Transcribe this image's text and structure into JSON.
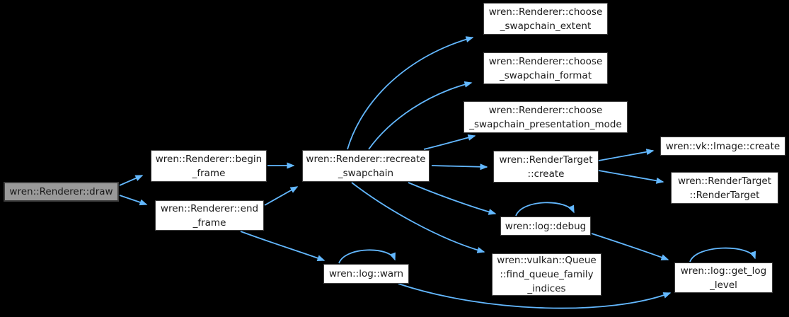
{
  "diagram": {
    "kind": "doxygen-call-graph",
    "colors": {
      "background": "#000000",
      "edge": "#63b8ff",
      "node_fill": "#ffffff",
      "node_border": "#3d3d3d",
      "highlight_node_fill": "#999999",
      "text": "#1a1a1a"
    },
    "nodes": {
      "draw": {
        "label": "wren::Renderer::draw",
        "highlighted": true
      },
      "begin_frame": {
        "label": "wren::Renderer::begin\n_frame",
        "highlighted": false
      },
      "end_frame": {
        "label": "wren::Renderer::end\n_frame",
        "highlighted": false
      },
      "recreate_swapchain": {
        "label": "wren::Renderer::recreate\n_swapchain",
        "highlighted": false
      },
      "choose_swapchain_extent": {
        "label": "wren::Renderer::choose\n_swapchain_extent",
        "highlighted": false
      },
      "choose_swapchain_format": {
        "label": "wren::Renderer::choose\n_swapchain_format",
        "highlighted": false
      },
      "choose_swapchain_presentation_mode": {
        "label": "wren::Renderer::choose\n_swapchain_presentation_mode",
        "highlighted": false
      },
      "render_target_create": {
        "label": "wren::RenderTarget\n::create",
        "highlighted": false
      },
      "vk_image_create": {
        "label": "wren::vk::Image::create",
        "highlighted": false
      },
      "render_target_ctor": {
        "label": "wren::RenderTarget\n::RenderTarget",
        "highlighted": false
      },
      "log_debug": {
        "label": "wren::log::debug",
        "highlighted": false
      },
      "find_queue_family_indices": {
        "label": "wren::vulkan::Queue\n::find_queue_family\n_indices",
        "highlighted": false
      },
      "log_warn": {
        "label": "wren::log::warn",
        "highlighted": false
      },
      "log_get_log_level": {
        "label": "wren::log::get_log\n_level",
        "highlighted": false
      }
    },
    "edges": [
      {
        "from": "draw",
        "to": "begin_frame"
      },
      {
        "from": "draw",
        "to": "end_frame"
      },
      {
        "from": "begin_frame",
        "to": "recreate_swapchain"
      },
      {
        "from": "end_frame",
        "to": "recreate_swapchain"
      },
      {
        "from": "end_frame",
        "to": "log_warn"
      },
      {
        "from": "recreate_swapchain",
        "to": "choose_swapchain_extent"
      },
      {
        "from": "recreate_swapchain",
        "to": "choose_swapchain_format"
      },
      {
        "from": "recreate_swapchain",
        "to": "choose_swapchain_presentation_mode"
      },
      {
        "from": "recreate_swapchain",
        "to": "render_target_create"
      },
      {
        "from": "recreate_swapchain",
        "to": "log_debug"
      },
      {
        "from": "recreate_swapchain",
        "to": "find_queue_family_indices"
      },
      {
        "from": "render_target_create",
        "to": "vk_image_create"
      },
      {
        "from": "render_target_create",
        "to": "render_target_ctor"
      },
      {
        "from": "log_debug",
        "to": "log_debug"
      },
      {
        "from": "log_debug",
        "to": "log_get_log_level"
      },
      {
        "from": "log_warn",
        "to": "log_warn"
      },
      {
        "from": "log_warn",
        "to": "log_get_log_level"
      },
      {
        "from": "log_get_log_level",
        "to": "log_get_log_level"
      }
    ]
  }
}
